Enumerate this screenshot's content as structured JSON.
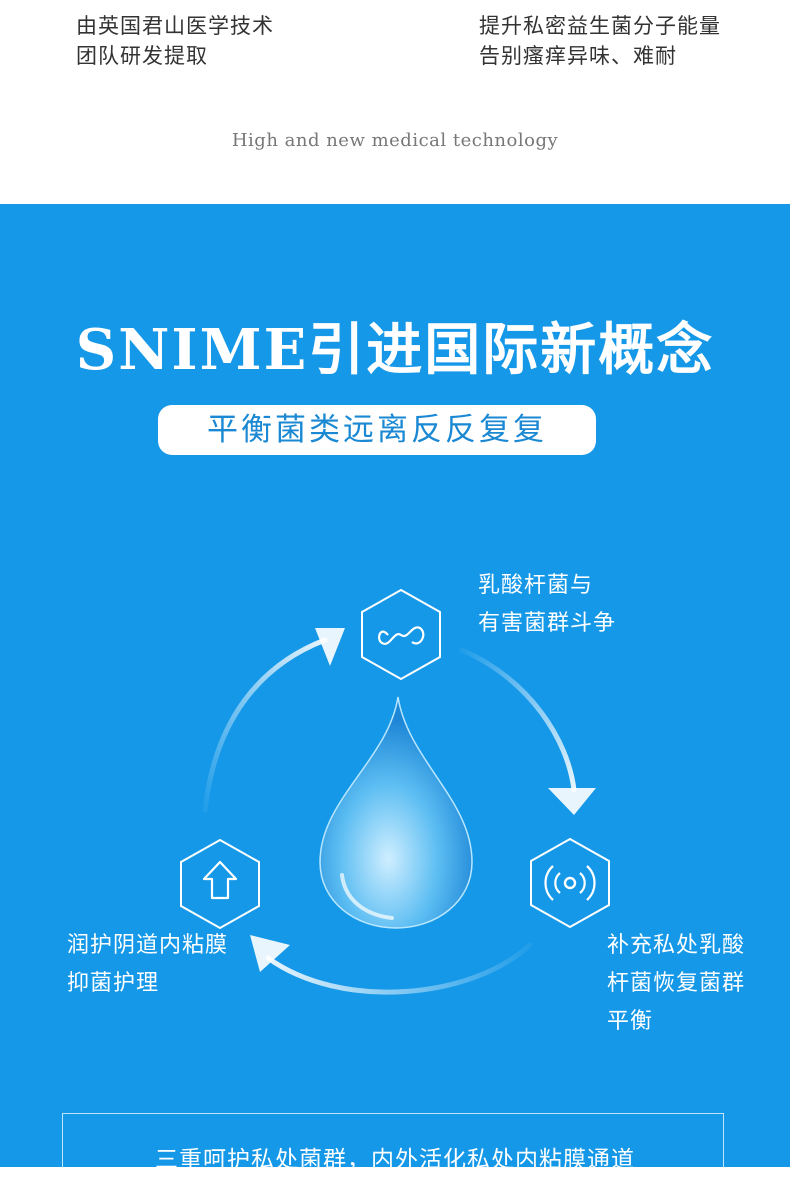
{
  "top": {
    "left_lines": [
      "由英国君山医学技术",
      "团队研发提取"
    ],
    "right_lines": [
      "提升私密益生菌分子能量",
      "告别瘙痒异味、难耐"
    ],
    "subtitle_en": "High and new medical technology"
  },
  "hero": {
    "headline": "SNIME引进国际新概念",
    "pill_text": "平衡菌类远离反反复复"
  },
  "cycle": {
    "top": {
      "icon": "infinity-icon",
      "lines": [
        "乳酸杆菌与",
        "有害菌群斗争"
      ]
    },
    "right": {
      "icon": "signal-icon",
      "lines": [
        "补充私处乳酸",
        "杆菌恢复菌群",
        "平衡"
      ]
    },
    "left": {
      "icon": "up-arrow-icon",
      "lines": [
        "润护阴道内粘膜",
        "抑菌护理"
      ]
    }
  },
  "bottom": {
    "text": "三重呵护私处菌群，内外活化私处内粘膜通道"
  },
  "colors": {
    "blue": "#1598e8",
    "white": "#ffffff",
    "pill_text": "#1a88d3"
  }
}
